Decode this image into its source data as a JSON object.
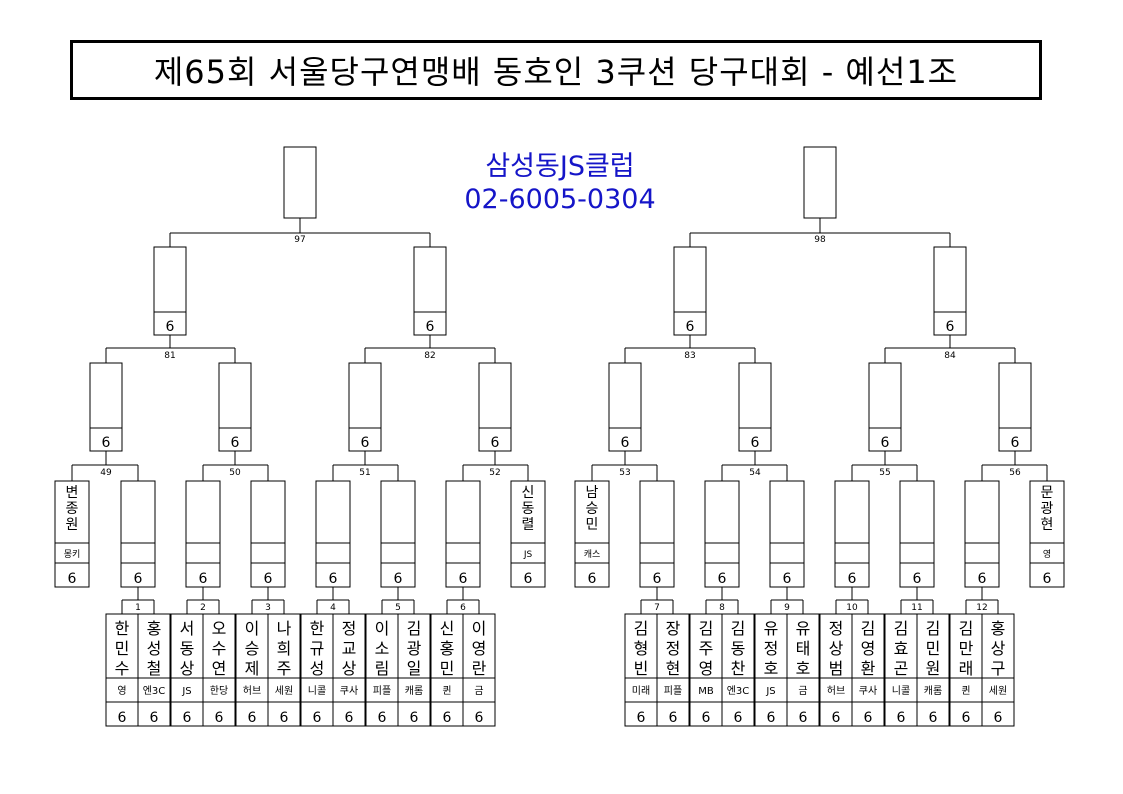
{
  "title": "제65회 서울당구연맹배 동호인 3쿠션 당구대회 - 예선1조",
  "club": {
    "name": "삼성동JS클럽",
    "phone": "02-6005-0304"
  },
  "colors": {
    "club_text": "#1515c8",
    "line": "#000000"
  },
  "score_glyph": "6",
  "bracket": {
    "final_numbers": [
      "97",
      "98"
    ],
    "semi_numbers": [
      "81",
      "82",
      "83",
      "84"
    ],
    "quarter_numbers": [
      "49",
      "50",
      "51",
      "52",
      "53",
      "54",
      "55",
      "56"
    ],
    "first_round_numbers": [
      "1",
      "2",
      "3",
      "4",
      "5",
      "6",
      "7",
      "8",
      "9",
      "10",
      "11",
      "12"
    ],
    "byes": [
      {
        "name": "변종원",
        "club": "몽키"
      },
      {
        "name": "신동렬",
        "club": "JS"
      },
      {
        "name": "남승민",
        "club": "캐스"
      },
      {
        "name": "문광현",
        "club": "영"
      }
    ],
    "players": [
      {
        "name": "한민수",
        "club": "영"
      },
      {
        "name": "홍성철",
        "club": "엔3C"
      },
      {
        "name": "서동상",
        "club": "JS"
      },
      {
        "name": "오수연",
        "club": "한당"
      },
      {
        "name": "이승제",
        "club": "허브"
      },
      {
        "name": "나희주",
        "club": "세원"
      },
      {
        "name": "한규성",
        "club": "니콜"
      },
      {
        "name": "정교상",
        "club": "쿠사"
      },
      {
        "name": "이소림",
        "club": "피플"
      },
      {
        "name": "김광일",
        "club": "캐롬"
      },
      {
        "name": "신홍민",
        "club": "퀸"
      },
      {
        "name": "이영란",
        "club": "금"
      },
      {
        "name": "김형빈",
        "club": "미래"
      },
      {
        "name": "장정현",
        "club": "피플"
      },
      {
        "name": "김주영",
        "club": "MB"
      },
      {
        "name": "김동찬",
        "club": "엔3C"
      },
      {
        "name": "유정호",
        "club": "JS"
      },
      {
        "name": "유태호",
        "club": "금"
      },
      {
        "name": "정상범",
        "club": "허브"
      },
      {
        "name": "김영환",
        "club": "쿠사"
      },
      {
        "name": "김효곤",
        "club": "니콜"
      },
      {
        "name": "김민원",
        "club": "캐롬"
      },
      {
        "name": "김만래",
        "club": "퀸"
      },
      {
        "name": "홍상구",
        "club": "세원"
      }
    ]
  }
}
